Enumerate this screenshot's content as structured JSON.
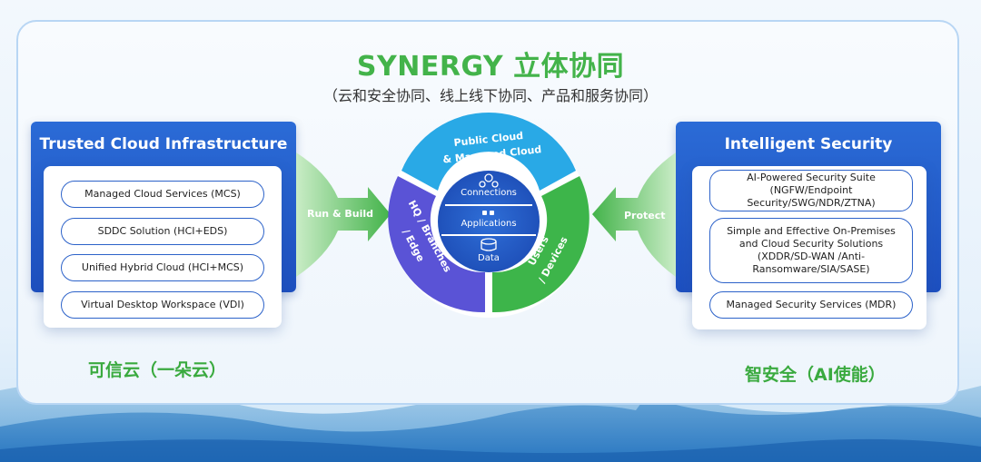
{
  "header": {
    "title": "SYNERGY 立体协同",
    "subtitle": "（云和安全协同、线上线下协同、产品和服务协同）"
  },
  "left_panel": {
    "title": "Trusted Cloud Infrastructure",
    "items": [
      "Managed Cloud Services (MCS)",
      "SDDC Solution (HCI+EDS)",
      "Unified Hybrid Cloud (HCI+MCS)",
      "Virtual Desktop Workspace (VDI)"
    ],
    "cn_label": "可信云（一朵云）",
    "arrow_label": "Run & Build"
  },
  "right_panel": {
    "title": "Intelligent Security",
    "items": [
      "AI-Powered Security Suite (NGFW/Endpoint Security/SWG/NDR/ZTNA)",
      "Simple and Effective On-Premises and Cloud Security Solutions (XDDR/SD-WAN /Anti-Ransomware/SIA/SASE)",
      "Managed Security Services (MDR)"
    ],
    "cn_label": "智安全（AI使能）",
    "arrow_label": "Protect"
  },
  "circle": {
    "top_label_1": "Public Cloud",
    "top_label_2": "& Managed Cloud",
    "left_label_1": "HQ / Branches",
    "left_label_2": "/ Edge",
    "right_label_1": "Users",
    "right_label_2": "/ Devices",
    "core": [
      "Connections",
      "Applications",
      "Data"
    ]
  },
  "colors": {
    "green": "#43b34a",
    "blue": "#2b6bd6",
    "sky": "#2aa6e6",
    "purple": "#5b57d8",
    "ring_green": "#3db54a"
  }
}
